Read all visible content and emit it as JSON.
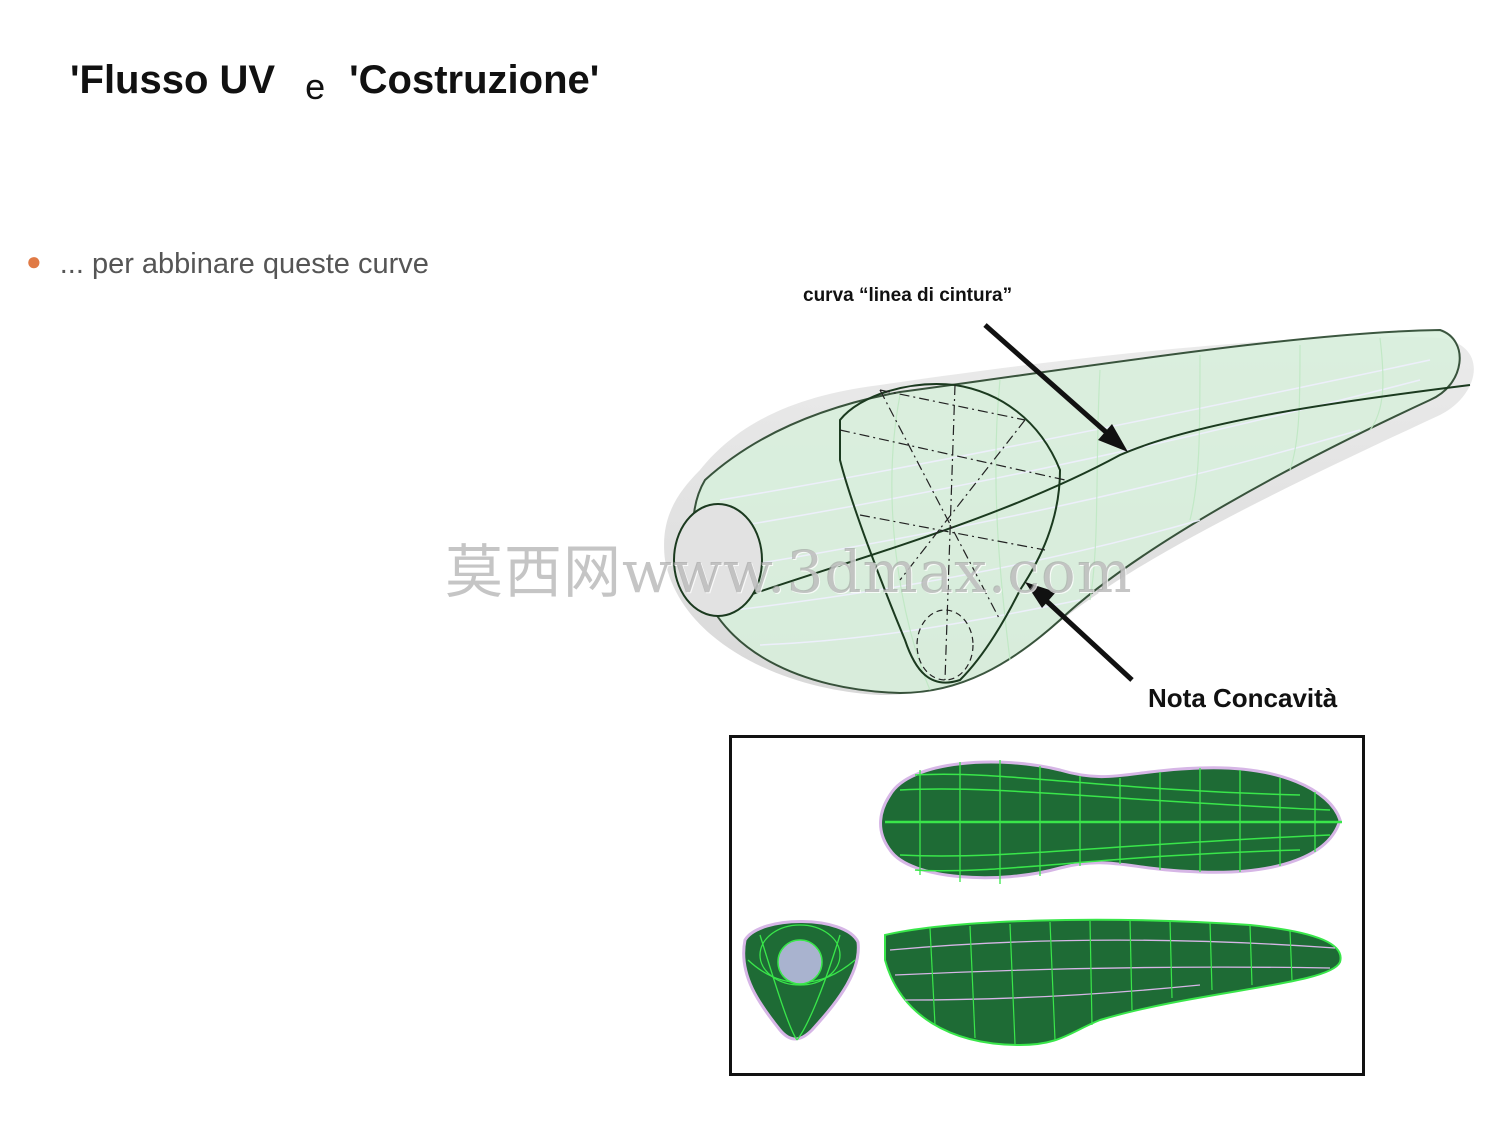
{
  "title": {
    "part1": "'Flusso UV",
    "conjunction": "e",
    "part2": "'Costruzione'"
  },
  "bullets": [
    {
      "text": "... per abbinare queste curve"
    }
  ],
  "labels": {
    "belt_line_curve": "curva “linea di cintura”",
    "note_concavity": "Nota Concavità"
  },
  "watermark": "莫西网www.3dmax.com",
  "colors": {
    "bullet": "#e07a45",
    "surface_green": "#1f7a3a",
    "iso_green": "#39e64a",
    "iso_lilac": "#d6b6e6"
  }
}
